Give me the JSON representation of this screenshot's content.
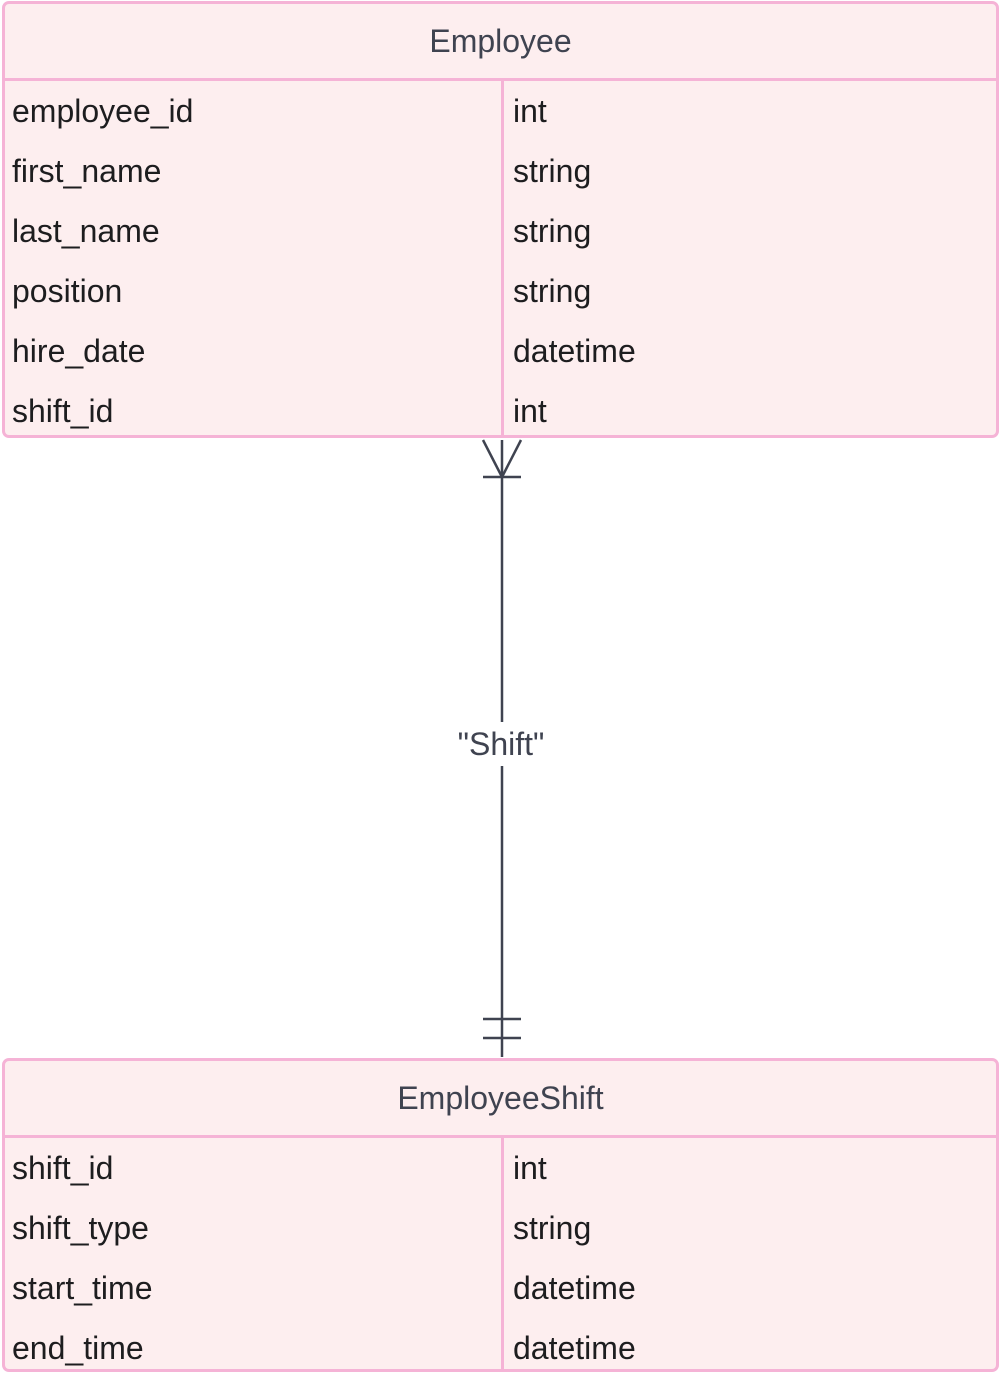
{
  "entities": [
    {
      "name": "Employee",
      "attributes": [
        {
          "name": "employee_id",
          "type": "int"
        },
        {
          "name": "first_name",
          "type": "string"
        },
        {
          "name": "last_name",
          "type": "string"
        },
        {
          "name": "position",
          "type": "string"
        },
        {
          "name": "hire_date",
          "type": "datetime"
        },
        {
          "name": "shift_id",
          "type": "int"
        }
      ]
    },
    {
      "name": "EmployeeShift",
      "attributes": [
        {
          "name": "shift_id",
          "type": "int"
        },
        {
          "name": "shift_type",
          "type": "string"
        },
        {
          "name": "start_time",
          "type": "datetime"
        },
        {
          "name": "end_time",
          "type": "datetime"
        }
      ]
    }
  ],
  "relationship": {
    "label": "\"Shift\"",
    "from_entity": "Employee",
    "to_entity": "EmployeeShift",
    "from_cardinality": "one-or-many",
    "to_cardinality": "exactly-one"
  },
  "colors": {
    "entity_fill": "#fdeeef",
    "entity_border": "#f5b3d6",
    "line": "#3f4350",
    "text": "#1d1d1f"
  }
}
